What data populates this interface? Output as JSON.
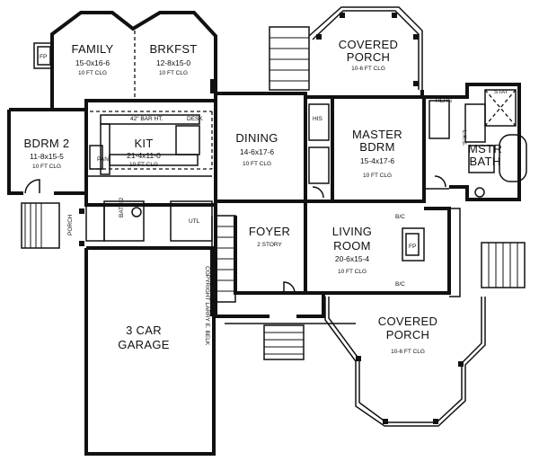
{
  "rooms": {
    "family": {
      "name": "FAMILY",
      "dim": "15-0x16-6",
      "clg": "10 FT CLG"
    },
    "brkfst": {
      "name": "BRKFST",
      "dim": "12-8x15-0",
      "clg": "10 FT CLG"
    },
    "porch_top": {
      "name": "COVERED",
      "name2": "PORCH",
      "dim": "10-6 FT CLG"
    },
    "bdrm2": {
      "name": "BDRM 2",
      "dim": "11-8x15-5",
      "clg": "10 FT CLG"
    },
    "kit": {
      "name": "KIT",
      "dim": "21-4x11-0",
      "clg": "10 FT CLG"
    },
    "dining": {
      "name": "DINING",
      "dim": "14-6x17-6",
      "clg": "10 FT CLG"
    },
    "master": {
      "name": "MASTER",
      "name2": "BDRM",
      "dim": "15-4x17-6",
      "clg": "10 FT CLG"
    },
    "mstr_bath": {
      "name": "MSTR",
      "name2": "BATH"
    },
    "foyer": {
      "name": "FOYER",
      "sub": "2 STORY"
    },
    "living": {
      "name": "LIVING",
      "name2": "ROOM",
      "dim": "20-6x15-4",
      "clg": "10 FT CLG"
    },
    "garage": {
      "name": "3 CAR",
      "name2": "GARAGE"
    },
    "porch_bot": {
      "name": "COVERED",
      "name2": "PORCH",
      "dim": "10-6 FT CLG"
    }
  },
  "labels": {
    "fp": "FP",
    "bar": "42\" BAR HT.",
    "desk": "DESK",
    "pan": "PAN",
    "his": "HIS",
    "hers": "HERS",
    "stat": "STAT",
    "lks": "L.K.S.",
    "bath2": "BATH 2",
    "utl": "UTL",
    "porch": "PORCH",
    "bc": "B/C",
    "copyright": "COPYRIGHT LARRY E. BELK"
  }
}
